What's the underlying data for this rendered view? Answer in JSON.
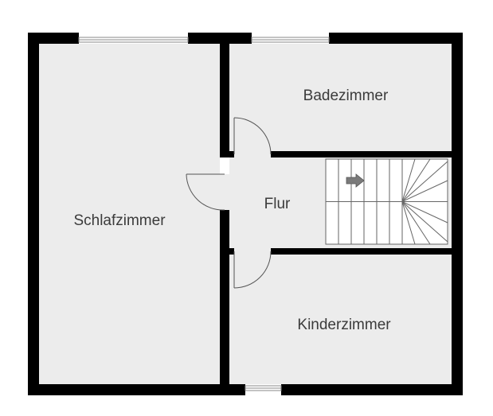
{
  "rooms": {
    "schlafzimmer": "Schlafzimmer",
    "badezimmer": "Badezimmer",
    "flur": "Flur",
    "kinderzimmer": "Kinderzimmer"
  },
  "colors": {
    "wall": "#000000",
    "floor": "#ececec",
    "door_line": "#555555",
    "stair_line": "#666666",
    "arrow": "#7a7a7a",
    "label": "#3b3b3b"
  },
  "icons": {
    "stair_direction": "arrow-right-icon"
  }
}
